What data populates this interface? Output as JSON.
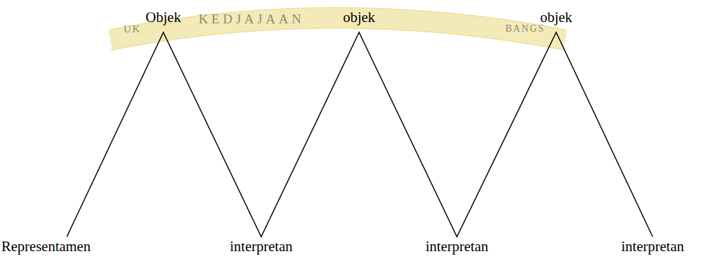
{
  "diagram": {
    "labels": [
      "UK",
      "Objek",
      "KEDJAJAAN",
      "objek",
      "BANGS",
      "objek",
      "Representamen",
      "interpretan",
      "interpretan",
      "interpretan"
    ]
  }
}
